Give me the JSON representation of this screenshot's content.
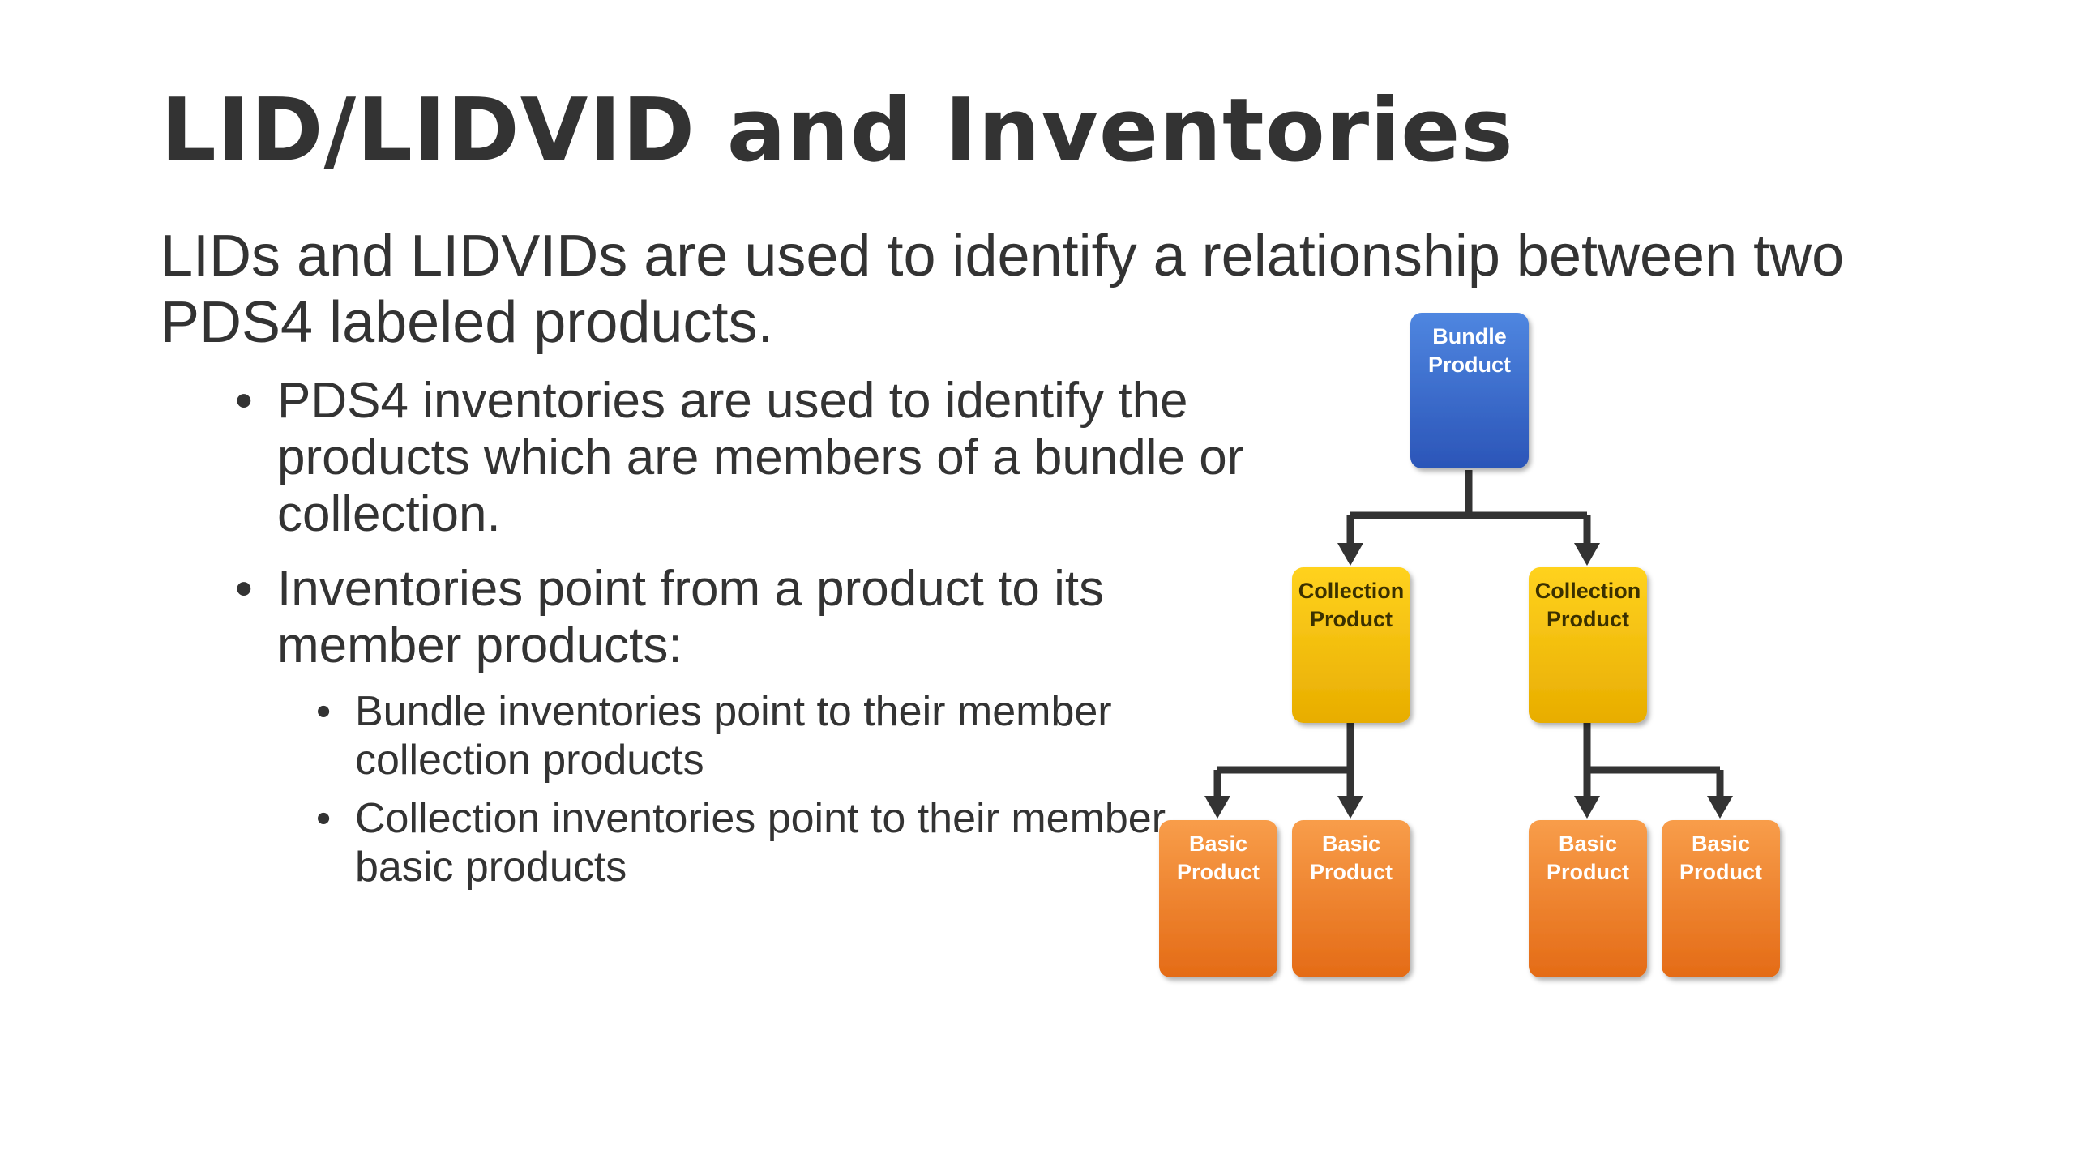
{
  "slide": {
    "title": "LID/LIDVID and Inventories",
    "intro": "LIDs and LIDVIDs are used to identify a relationship between two PDS4 labeled products.",
    "bullet_glyph": "•",
    "bullets": [
      {
        "text": "PDS4 inventories are used to identify the products which are members of a bundle or collection."
      },
      {
        "text": "Inventories point from a product to its member products:"
      }
    ],
    "sub_bullets": [
      {
        "text": "Bundle inventories point to their member collection products"
      },
      {
        "text": "Collection inventories point to their member basic products"
      }
    ]
  },
  "diagram": {
    "bundle": {
      "line1": "Bundle",
      "line2": "Product"
    },
    "collections": [
      {
        "line1": "Collection",
        "line2": "Product"
      },
      {
        "line1": "Collection",
        "line2": "Product"
      }
    ],
    "basics": [
      {
        "line1": "Basic",
        "line2": "Product"
      },
      {
        "line1": "Basic",
        "line2": "Product"
      },
      {
        "line1": "Basic",
        "line2": "Product"
      },
      {
        "line1": "Basic",
        "line2": "Product"
      }
    ],
    "colors": {
      "bundle_top": "#4f86e0",
      "bundle_bottom": "#2b55b8",
      "collection_top": "#ffd21f",
      "collection_bottom": "#e8ad00",
      "basic_top": "#f89d4a",
      "basic_bottom": "#e46b16",
      "connector": "#333333"
    }
  }
}
